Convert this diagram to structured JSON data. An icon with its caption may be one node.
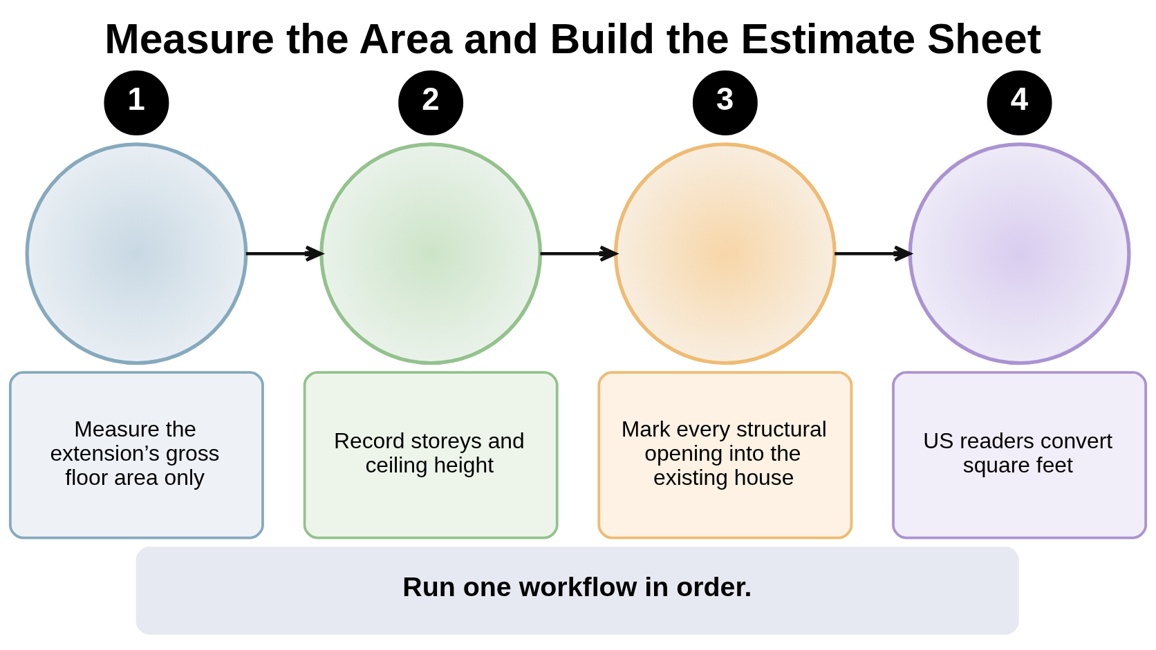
{
  "diagram": {
    "title": "Measure the Area and Build the Estimate Sheet",
    "nodes": [
      {
        "text": [
          "1"
        ]
      },
      {
        "text": [],
        "shape": "circle"
      },
      {
        "text": [
          "Measure the extension’s gross floor area only"
        ]
      },
      {
        "text": [
          "2"
        ]
      },
      {
        "text": [],
        "shape": "circle"
      },
      {
        "text": [
          "Record storeys and ceiling height"
        ]
      },
      {
        "text": [
          "3"
        ]
      },
      {
        "text": [],
        "shape": "circle"
      },
      {
        "text": [
          "Mark every structural opening into the existing house"
        ]
      },
      {
        "text": [
          "4"
        ]
      },
      {
        "text": [],
        "shape": "circle"
      },
      {
        "text": [
          "US readers convert square feet"
        ]
      },
      {
        "text": [
          "Run one workflow in order."
        ]
      }
    ],
    "edges": [
      {
        "from": 1,
        "to": 4,
        "arrow": "to"
      },
      {
        "from": 4,
        "to": 7,
        "arrow": "to"
      },
      {
        "from": 7,
        "to": 10,
        "arrow": "to"
      }
    ]
  }
}
